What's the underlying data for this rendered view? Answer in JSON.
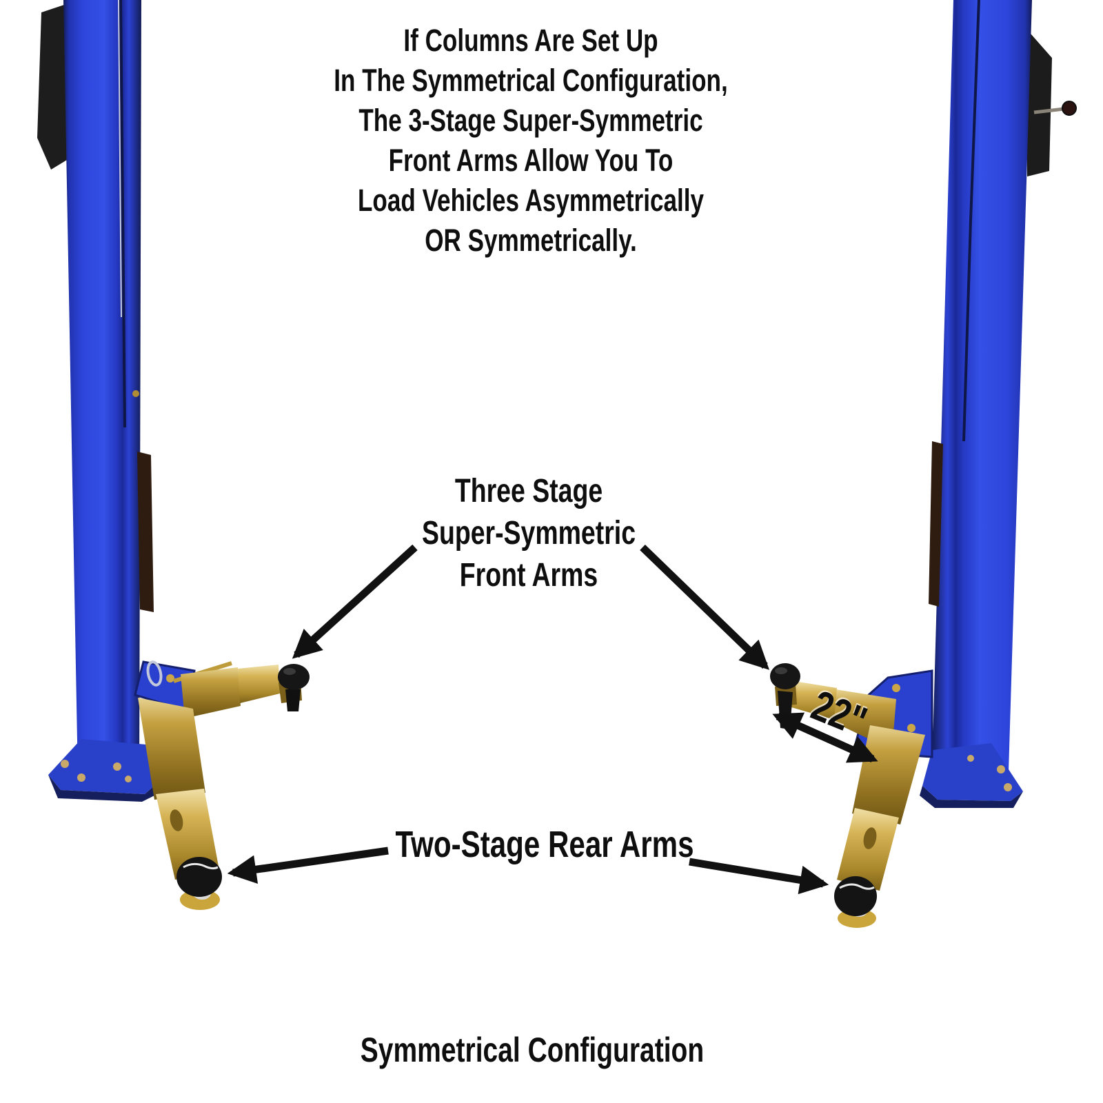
{
  "figure": {
    "headline": "If Columns Are Set Up\nIn The Symmetrical Configuration,\nThe 3-Stage Super-Symmetric\nFront Arms Allow You To\nLoad Vehicles Asymmetrically\nOR Symmetrically.",
    "front_arms_label": "Three Stage\nSuper-Symmetric\nFront Arms",
    "rear_arms_label": "Two-Stage Rear Arms",
    "front_arm_reach": "22\"",
    "caption": "Symmetrical Configuration"
  },
  "colors": {
    "background": "#ffffff",
    "column_blue": "#2e45dc",
    "column_blue_dark": "#17226b",
    "arm_gold": "#c4a040",
    "arm_gold_dark": "#8f7020",
    "pad_black": "#161616",
    "annotation_black": "#111111"
  },
  "icons": [
    {
      "name": "front-arms-left-arrow",
      "shape": "diagonal-arrow"
    },
    {
      "name": "front-arms-right-arrow",
      "shape": "diagonal-arrow"
    },
    {
      "name": "rear-arms-left-arrow",
      "shape": "diagonal-arrow"
    },
    {
      "name": "rear-arms-right-arrow",
      "shape": "diagonal-arrow"
    },
    {
      "name": "arm-reach-double-arrow",
      "shape": "double-headed-arrow"
    }
  ]
}
